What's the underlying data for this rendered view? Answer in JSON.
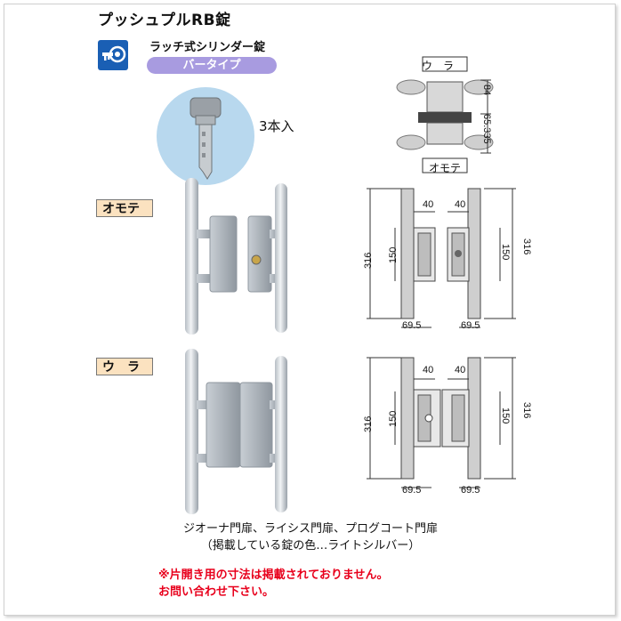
{
  "title": "プッシュプルRB錠",
  "lock": {
    "name": "ラッチ式シリンダー錠",
    "type_badge": "バータイプ",
    "key_count": "3本入"
  },
  "views": {
    "front_label": "オモテ",
    "back_label": "ウ　ラ"
  },
  "top_diagram": {
    "back_label": "ウ　ラ",
    "front_label": "オモテ",
    "dims": [
      "84",
      "65.335"
    ]
  },
  "front_drawing": {
    "width_dims": [
      "40",
      "40"
    ],
    "height_dims": [
      "316",
      "150",
      "150",
      "316"
    ],
    "base_dims": [
      "69.5",
      "69.5"
    ]
  },
  "back_drawing": {
    "width_dims": [
      "40",
      "40"
    ],
    "height_dims": [
      "316",
      "150",
      "150",
      "316"
    ],
    "base_dims": [
      "69.5",
      "69.5"
    ]
  },
  "caption": {
    "line1": "ジオーナ門扉、ライシス門扉、プログコート門扉",
    "line2": "（掲載している錠の色…ライトシルバー）"
  },
  "notes": {
    "line1": "※片開き用の寸法は掲載されておりません。",
    "line2": "お問い合わせ下さい。"
  },
  "colors": {
    "badge": "#a89be0",
    "label_bg": "#fbe2c0",
    "note": "#e8001c",
    "icon_bg": "#1a5fb4",
    "key_bg": "#b8d8ee"
  }
}
